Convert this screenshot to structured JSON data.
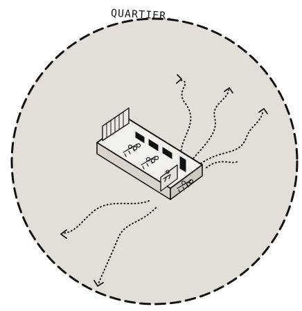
{
  "diagram": {
    "title": "QUARTIER.",
    "colors": {
      "circle_fill": "#e4ded8",
      "circle_stroke": "#111111",
      "ink": "#151515",
      "paper": "#ffffff"
    },
    "elements": {
      "boundary": "dashed-circle",
      "building": "isometric-building-sketch",
      "paths": "dotted-arrow-paths"
    }
  }
}
